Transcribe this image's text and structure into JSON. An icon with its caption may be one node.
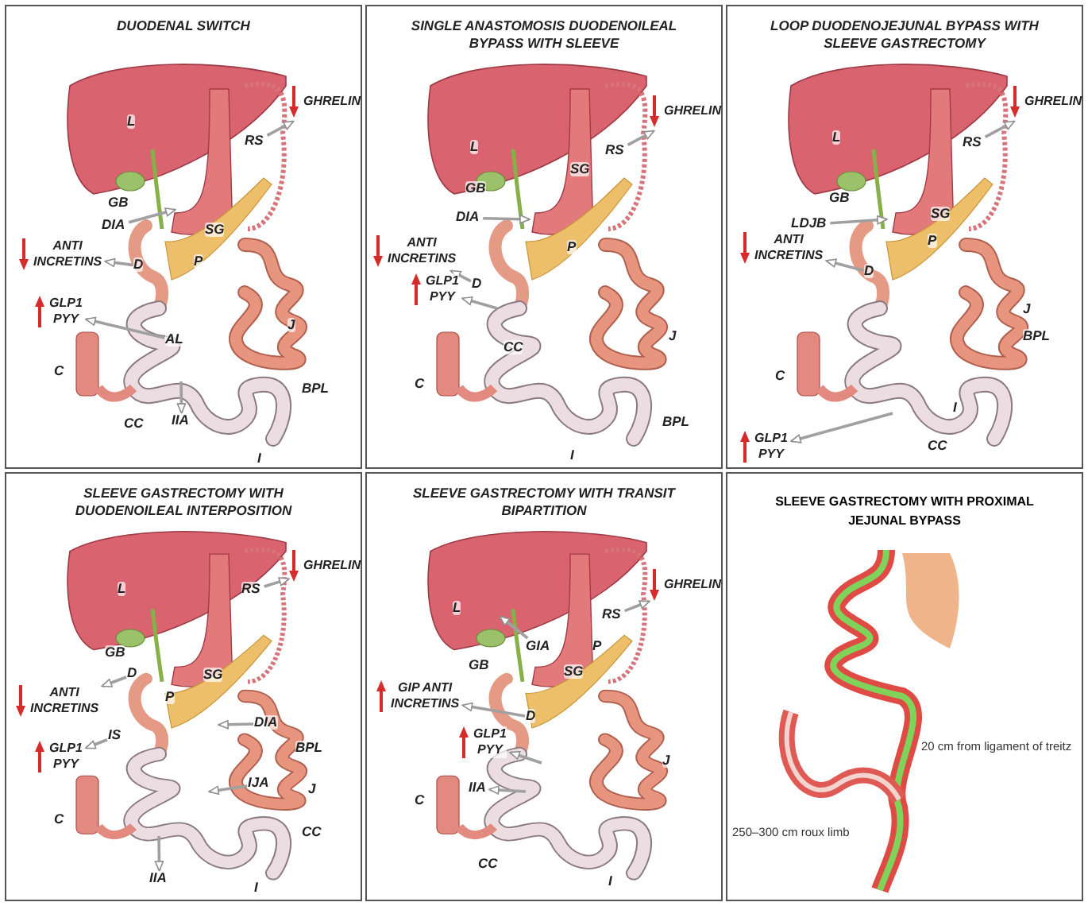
{
  "diagram": {
    "nodes": [
      {
        "text": [
          "DUODENAL SWITCH"
        ]
      },
      {
        "text": [
          "SINGLE ANASTOMOSIS DUODENOILEAL BYPASS WITH SLEEVE"
        ]
      },
      {
        "text": [
          "LOOP DUODENOJEJUNAL BYPASS WITH SLEEVE GASTRECTOMY"
        ]
      },
      {
        "text": [
          "SLEEVE GASTRECTOMY WITH DUODENOILEAL INTERPOSITION"
        ]
      },
      {
        "text": [
          "SLEEVE GASTRECTOMY WITH TRANSIT BIPARTITION"
        ]
      },
      {
        "text": [
          "SLEEVE GASTRECTOMY WITH PROXIMAL JEJUNAL BYPASS"
        ]
      },
      {
        "text": [
          "GHRELIN"
        ],
        "in": 0
      },
      {
        "text": [
          "RS"
        ],
        "in": 0
      },
      {
        "text": [
          "DIA"
        ],
        "in": 0
      },
      {
        "text": [
          "D"
        ],
        "in": 0
      },
      {
        "text": [
          "ANTI INCRETINS"
        ],
        "in": 0
      },
      {
        "text": [
          "GLP1 PYY"
        ],
        "in": 0
      },
      {
        "text": [
          "AL"
        ],
        "in": 0
      },
      {
        "text": [
          "IIA"
        ],
        "in": 0
      },
      {
        "text": [
          "GHRELIN"
        ],
        "in": 1
      },
      {
        "text": [
          "RS"
        ],
        "in": 1
      },
      {
        "text": [
          "DIA"
        ],
        "in": 1
      },
      {
        "text": [
          "D"
        ],
        "in": 1
      },
      {
        "text": [
          "ANTI INCRETINS"
        ],
        "in": 1
      },
      {
        "text": [
          "GLP1 PYY"
        ],
        "in": 1
      },
      {
        "text": [
          "GHRELIN"
        ],
        "in": 2
      },
      {
        "text": [
          "RS"
        ],
        "in": 2
      },
      {
        "text": [
          "LDJB"
        ],
        "in": 2
      },
      {
        "text": [
          "ANTI INCRETINS"
        ],
        "in": 2
      },
      {
        "text": [
          "D"
        ],
        "in": 2
      },
      {
        "text": [
          "GLP1 PYY"
        ],
        "in": 2
      },
      {
        "text": [
          "GHRELIN"
        ],
        "in": 3
      },
      {
        "text": [
          "RS"
        ],
        "in": 3
      },
      {
        "text": [
          "D"
        ],
        "in": 3
      },
      {
        "text": [
          "ANTI INCRETINS"
        ],
        "in": 3
      },
      {
        "text": [
          "IS"
        ],
        "in": 3
      },
      {
        "text": [
          "GLP1 PYY"
        ],
        "in": 3
      },
      {
        "text": [
          "DIA"
        ],
        "in": 3
      },
      {
        "text": [
          "IJA"
        ],
        "in": 3
      },
      {
        "text": [
          "IIA"
        ],
        "in": 3
      },
      {
        "text": [
          "GHRELIN"
        ],
        "in": 4
      },
      {
        "text": [
          "RS"
        ],
        "in": 4
      },
      {
        "text": [
          "GIA"
        ],
        "in": 4
      },
      {
        "text": [
          "D"
        ],
        "in": 4
      },
      {
        "text": [
          "GIP ANTI INCRETINS"
        ],
        "in": 4
      },
      {
        "text": [
          "GLP1 PYY"
        ],
        "in": 4
      },
      {
        "text": [
          "IIA"
        ],
        "in": 4
      }
    ],
    "edges": [
      {
        "from": 7,
        "to": 6,
        "arrow": "to"
      },
      {
        "from": 8,
        "to": null,
        "arrow": "to"
      },
      {
        "from": 9,
        "to": 10,
        "arrow": "to"
      },
      {
        "from": 12,
        "to": 11,
        "arrow": "to"
      },
      {
        "from": null,
        "to": 13,
        "arrow": "to"
      },
      {
        "from": 15,
        "to": 14,
        "arrow": "to"
      },
      {
        "from": 16,
        "to": null,
        "arrow": "to"
      },
      {
        "from": 17,
        "to": 18,
        "arrow": "to"
      },
      {
        "from": null,
        "to": 19,
        "arrow": "to"
      },
      {
        "from": 21,
        "to": 20,
        "arrow": "to"
      },
      {
        "from": 22,
        "to": null,
        "arrow": "to"
      },
      {
        "from": 24,
        "to": 23,
        "arrow": "to"
      },
      {
        "from": null,
        "to": 25,
        "arrow": "to"
      },
      {
        "from": 27,
        "to": 26,
        "arrow": "to"
      },
      {
        "from": 28,
        "to": 29,
        "arrow": "to"
      },
      {
        "from": 30,
        "to": 31,
        "arrow": "to"
      },
      {
        "from": 32,
        "to": null,
        "arrow": "to"
      },
      {
        "from": 33,
        "to": null,
        "arrow": "to"
      },
      {
        "from": null,
        "to": 34,
        "arrow": "to"
      },
      {
        "from": 36,
        "to": 35,
        "arrow": "to"
      },
      {
        "from": 37,
        "to": null,
        "arrow": "to"
      },
      {
        "from": 38,
        "to": 39,
        "arrow": "to"
      },
      {
        "from": null,
        "to": 40,
        "arrow": "to"
      },
      {
        "from": null,
        "to": 41,
        "arrow": "to"
      }
    ],
    "labels": [
      "L",
      "GB",
      "SG",
      "P",
      "J",
      "C",
      "BPL",
      "CC",
      "I",
      "L",
      "GB",
      "SG",
      "P",
      "CC",
      "J",
      "C",
      "BPL",
      "I",
      "L",
      "GB",
      "SG",
      "P",
      "J",
      "BPL",
      "C",
      "I",
      "CC",
      "L",
      "GB",
      "SG",
      "P",
      "BPL",
      "J",
      "C",
      "CC",
      "I",
      "L",
      "SG",
      "P",
      "GB",
      "J",
      "C",
      "CC",
      "I",
      "20 cm from ligament of treitz",
      "250–300 cm roux limb"
    ]
  }
}
